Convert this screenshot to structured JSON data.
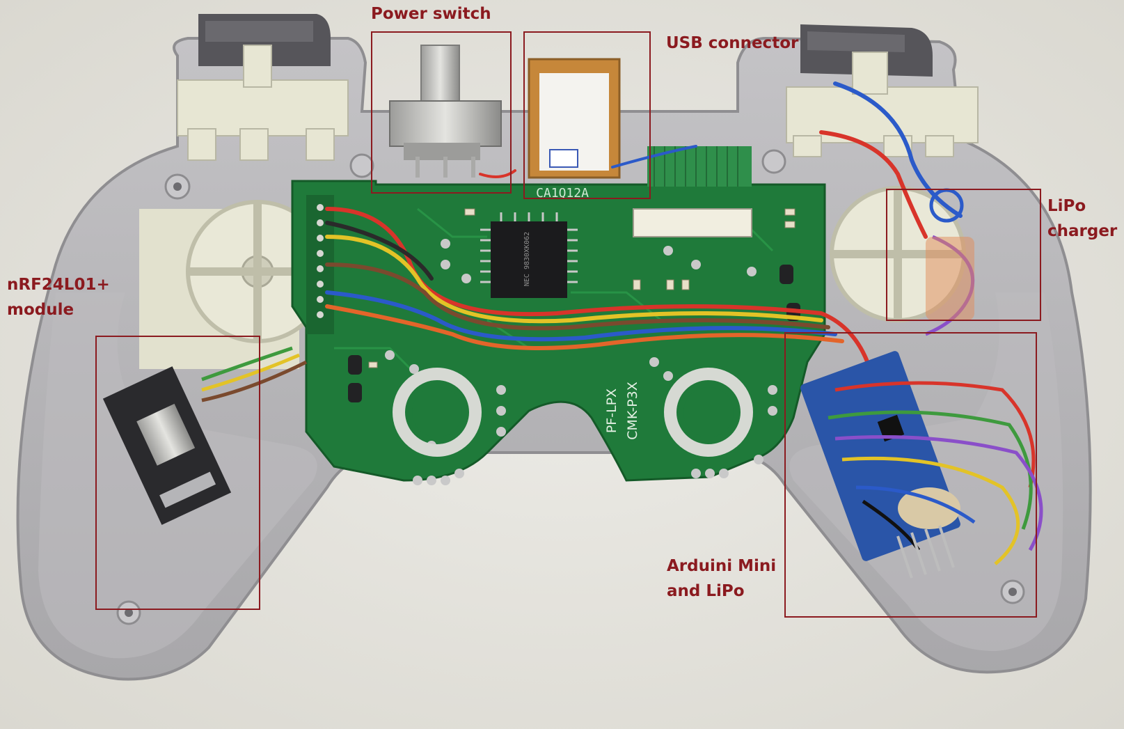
{
  "annotations": {
    "power_switch": "Power switch",
    "usb_connector": "USB connector",
    "lipo_charger_line1": "LiPo",
    "lipo_charger_line2": "charger",
    "nrf_line1": "nRF24L01+",
    "nrf_line2": "module",
    "arduino_line1": "Arduini Mini",
    "arduino_line2": "and LiPo"
  },
  "pcb_markings": {
    "ribbon_connector": "CA1Q12A",
    "silkscreen_model": "CMK-P3X",
    "silkscreen_code": "PF-LPX",
    "chip_text": "NEC 9830XK062"
  },
  "colors": {
    "annotation": "#8b1a1f",
    "background": "#e9e6df",
    "shell": "#b5b3b5",
    "pcb": "#1f7a3a",
    "trigger": "#555459",
    "plastic": "#e6e6d2"
  }
}
